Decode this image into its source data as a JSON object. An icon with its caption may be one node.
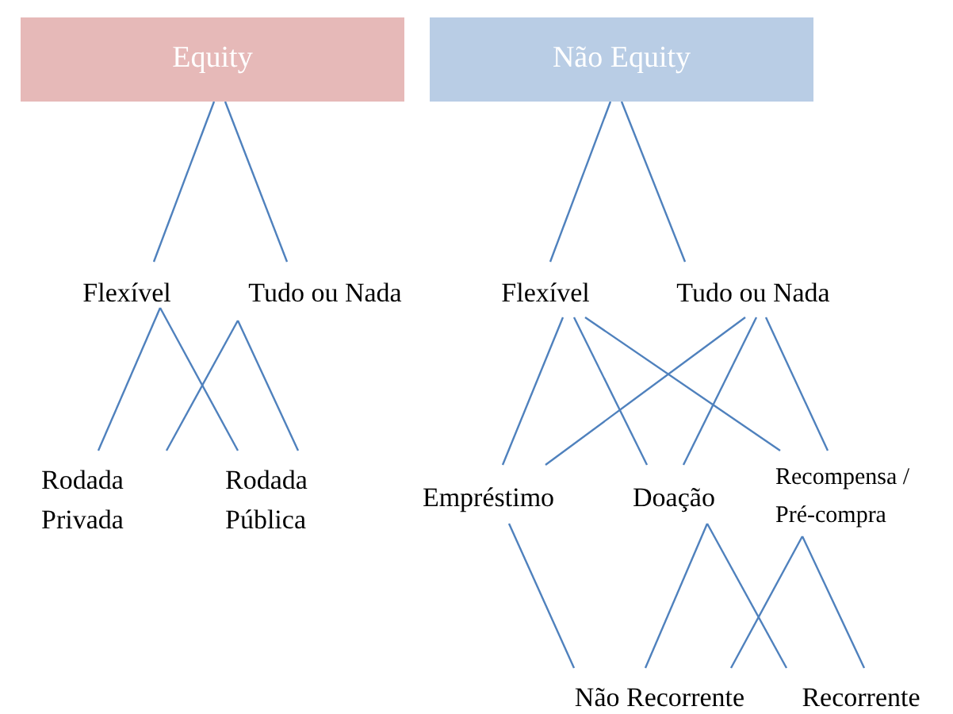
{
  "diagram": {
    "nodes": [
      {
        "text": [
          "Equity"
        ]
      },
      {
        "text": [
          "Não Equity"
        ]
      },
      {
        "text": [
          "Flexível"
        ]
      },
      {
        "text": [
          "Tudo ou Nada"
        ]
      },
      {
        "text": [
          "Flexível"
        ]
      },
      {
        "text": [
          "Tudo ou Nada"
        ]
      },
      {
        "text": [
          "Rodada Privada"
        ]
      },
      {
        "text": [
          "Rodada Pública"
        ]
      },
      {
        "text": [
          "Empréstimo"
        ]
      },
      {
        "text": [
          "Doação"
        ]
      },
      {
        "text": [
          "Recompensa / Pré-compra"
        ]
      },
      {
        "text": [
          "Não Recorrente"
        ]
      },
      {
        "text": [
          "Recorrente"
        ]
      }
    ],
    "edges": [
      {
        "from": 0,
        "to": 2,
        "arrow": "none"
      },
      {
        "from": 0,
        "to": 3,
        "arrow": "none"
      },
      {
        "from": 1,
        "to": 4,
        "arrow": "none"
      },
      {
        "from": 1,
        "to": 5,
        "arrow": "none"
      },
      {
        "from": 2,
        "to": 6,
        "arrow": "none"
      },
      {
        "from": 2,
        "to": 7,
        "arrow": "none"
      },
      {
        "from": 3,
        "to": 6,
        "arrow": "none"
      },
      {
        "from": 3,
        "to": 7,
        "arrow": "none"
      },
      {
        "from": 4,
        "to": 8,
        "arrow": "none"
      },
      {
        "from": 4,
        "to": 9,
        "arrow": "none"
      },
      {
        "from": 4,
        "to": 10,
        "arrow": "none"
      },
      {
        "from": 5,
        "to": 8,
        "arrow": "none"
      },
      {
        "from": 5,
        "to": 9,
        "arrow": "none"
      },
      {
        "from": 5,
        "to": 10,
        "arrow": "none"
      },
      {
        "from": 8,
        "to": 11,
        "arrow": "none"
      },
      {
        "from": 9,
        "to": 11,
        "arrow": "none"
      },
      {
        "from": 9,
        "to": 12,
        "arrow": "none"
      },
      {
        "from": 10,
        "to": 11,
        "arrow": "none"
      },
      {
        "from": 10,
        "to": 12,
        "arrow": "none"
      }
    ]
  }
}
